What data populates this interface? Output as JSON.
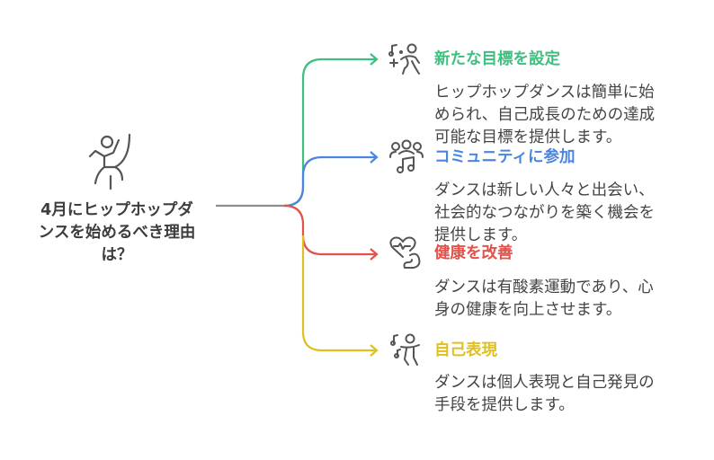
{
  "diagram": {
    "main_topic": {
      "title_lines": [
        "4月にヒップホップダ",
        "ンスを始めるべき理由",
        "は？"
      ],
      "icon": "dancer-icon",
      "line_color": "#8c8c8c"
    },
    "branches": [
      {
        "title": "新たな目標を設定",
        "icon": "dance-sparkle-icon",
        "color": "#3fbf7f",
        "description_lines": [
          "ヒップホップダンスは簡単に始",
          "められ、自己成長のための達成",
          "可能な目標を提供します。"
        ]
      },
      {
        "title": "コミュニティに参加",
        "icon": "group-music-icon",
        "color": "#4a86e0",
        "description_lines": [
          "ダンスは新しい人々と出会い、",
          "社会的なつながりを築く機会を",
          "提供します。"
        ]
      },
      {
        "title": "健康を改善",
        "icon": "heart-muscle-icon",
        "color": "#e0524a",
        "description_lines": [
          "ダンスは有酸素運動であり、心",
          "身の健康を向上させます。"
        ]
      },
      {
        "title": "自己表現",
        "icon": "dancer-music-icon",
        "color": "#e0c020",
        "description_lines": [
          "ダンスは個人表現と自己発見の",
          "手段を提供します。"
        ]
      }
    ]
  }
}
